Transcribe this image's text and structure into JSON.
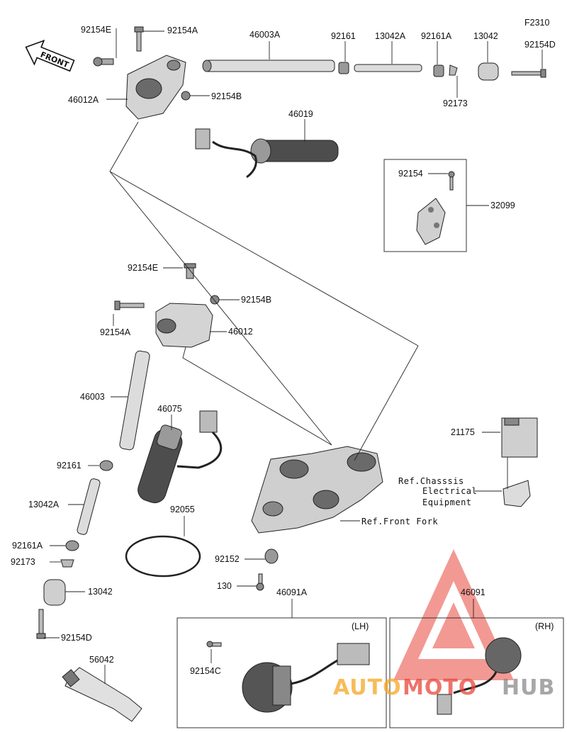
{
  "diagram_code": "F2310",
  "front_label": "FRONT",
  "sections": {
    "lh": "(LH)",
    "rh": "(RH)"
  },
  "parts": {
    "p92154E_top": "92154E",
    "p92154A_top": "92154A",
    "p46003A": "46003A",
    "p92161_top": "92161",
    "p13042A_top": "13042A",
    "p92161A_top": "92161A",
    "p13042_top": "13042",
    "p92154D_top": "92154D",
    "p46012A": "46012A",
    "p92154B_top": "92154B",
    "p92173_top": "92173",
    "p46019": "46019",
    "p92154_box": "92154",
    "p32099": "32099",
    "p92154E_mid": "92154E",
    "p92154B_mid": "92154B",
    "p92154A_mid": "92154A",
    "p46012": "46012",
    "p46003": "46003",
    "p46075": "46075",
    "p21175": "21175",
    "p92161_low": "92161",
    "p13042A_low": "13042A",
    "p92055": "92055",
    "p92161A_low": "92161A",
    "p92173_low": "92173",
    "p92152": "92152",
    "p13042_low": "13042",
    "p130": "130",
    "p46091A": "46091A",
    "p46091": "46091",
    "p92154D_low": "92154D",
    "p92154C": "92154C",
    "p56042": "56042"
  },
  "references": {
    "chassis_line1": "Ref.Chasssis",
    "chassis_line2": "Electrical",
    "chassis_line3": "Equipment",
    "front_fork": "Ref.Front Fork"
  },
  "watermark": {
    "part1": "AUTO",
    "part2": "MOTO",
    "part3": "HUB"
  },
  "colors": {
    "watermark_red": "#e8463c",
    "watermark_orange": "#f5a623",
    "watermark_gray": "#8a8a8a",
    "part_fill": "#d4d4d4",
    "part_dark": "#6a6a6a"
  }
}
